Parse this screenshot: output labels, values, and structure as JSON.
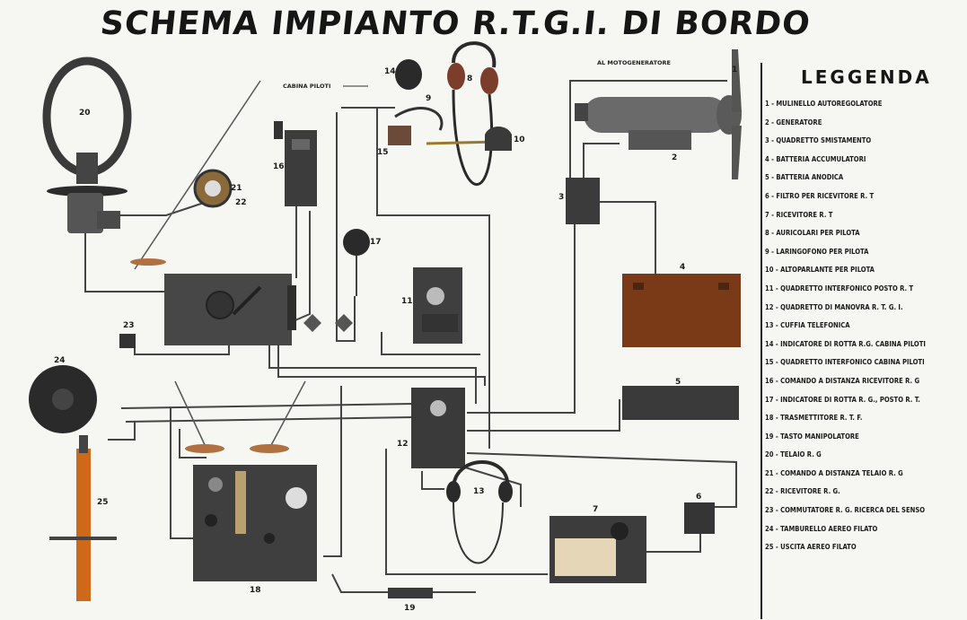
{
  "title": "SCHEMA IMPIANTO R.T.G.I. DI BORDO",
  "labels": {
    "cabina_piloti": "CABINA PILOTI",
    "motogeneratore": "AL MOTOGENERATORE"
  },
  "legend": {
    "heading": "LEGGENDA",
    "items": [
      "1 - MULINELLO AUTOREGOLATORE",
      "2 - GENERATORE",
      "3 - QUADRETTO SMISTAMENTO",
      "4 - BATTERIA ACCUMULATORI",
      "5 - BATTERIA ANODICA",
      "6 - FILTRO PER RICEVITORE R. T",
      "7 - RICEVITORE R. T",
      "8 - AURICOLARI PER PILOTA",
      "9 - LARINGOFONO PER PILOTA",
      "10 - ALTOPARLANTE PER PILOTA",
      "11 - QUADRETTO INTERFONICO POSTO R. T",
      "12 - QUADRETTO DI MANOVRA R. T. G. I.",
      "13 - CUFFIA TELEFONICA",
      "14 - INDICATORE DI ROTTA R.G. CABINA PILOTI",
      "15 - QUADRETTO INTERFONICO CABINA PILOTI",
      "16 - COMANDO A DISTANZA RICEVITORE R. G",
      "17 - INDICATORE DI ROTTA R. G., POSTO R. T.",
      "18 - TRASMETTITORE R. T. F.",
      "19 - TASTO MANIPOLATORE",
      "20 - TELAIO R. G",
      "21 - COMANDO A DISTANZA TELAIO R. G",
      "22 - RICEVITORE R. G.",
      "23 - COMMUTATORE R. G. RICERCA DEL SENSO",
      "24 - TAMBURELLO AEREO FILATO",
      "25 - USCITA AEREO FILATO"
    ]
  },
  "callouts": [
    "1",
    "2",
    "3",
    "4",
    "5",
    "6",
    "7",
    "8",
    "9",
    "10",
    "11",
    "12",
    "13",
    "14",
    "15",
    "16",
    "17",
    "18",
    "19",
    "20",
    "21",
    "22",
    "23",
    "24",
    "25"
  ]
}
